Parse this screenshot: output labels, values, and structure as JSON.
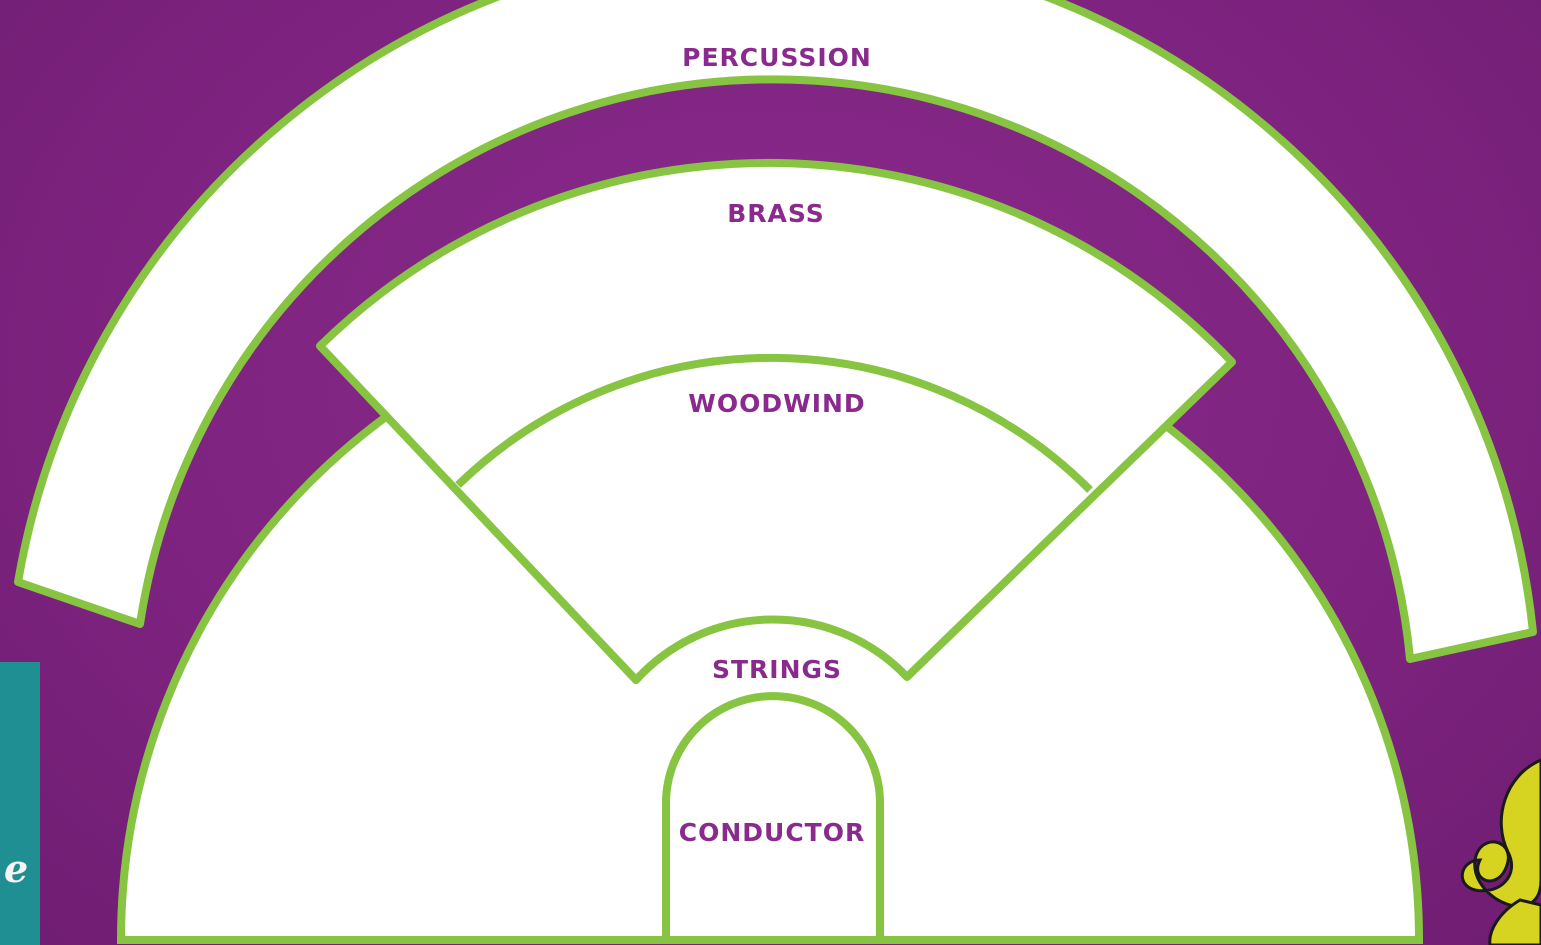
{
  "sections": {
    "percussion": "PERCUSSION",
    "brass": "BRASS",
    "woodwind": "WOODWIND",
    "strings": "STRINGS",
    "conductor": "CONDUCTOR"
  },
  "decor": {
    "left_image_letter": "e",
    "right_icon": "treble-clef-icon"
  },
  "colors": {
    "background": "#7d237f",
    "outline": "#86c441",
    "fill": "#ffffff",
    "label": "#8a2a8c"
  }
}
